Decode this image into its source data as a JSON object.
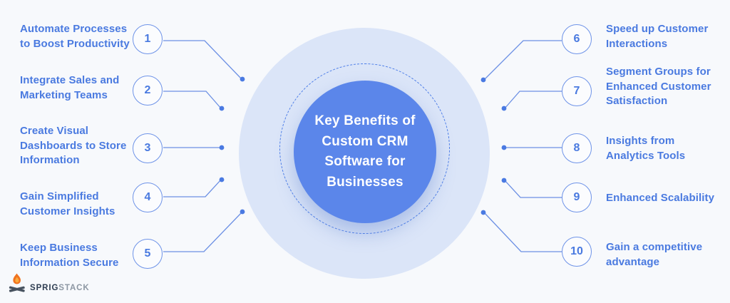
{
  "title": "Key Benefits of\nCustom CRM\nSoftware for\nBusinesses",
  "left_items": [
    {
      "number": "1",
      "label": "Automate Processes\nto Boost Productivity"
    },
    {
      "number": "2",
      "label": "Integrate Sales and\nMarketing Teams"
    },
    {
      "number": "3",
      "label": "Create Visual\nDashboards to Store\nInformation"
    },
    {
      "number": "4",
      "label": "Gain Simplified\nCustomer Insights"
    },
    {
      "number": "5",
      "label": "Keep Business\nInformation Secure"
    }
  ],
  "right_items": [
    {
      "number": "6",
      "label": "Speed up Customer\nInteractions"
    },
    {
      "number": "7",
      "label": "Segment Groups for\nEnhanced Customer\nSatisfaction"
    },
    {
      "number": "8",
      "label": "Insights from\nAnalytics Tools"
    },
    {
      "number": "9",
      "label": "Enhanced Scalability"
    },
    {
      "number": "10",
      "label": "Gain a competitive\nadvantage"
    }
  ],
  "logo": {
    "name": "SprigStack",
    "text_primary": "SPRIG",
    "text_secondary": "STACK"
  },
  "colors": {
    "background": "#F7F9FC",
    "halo_circle": "#DBE5F8",
    "center_circle": "#5B86EA",
    "accent_text_blue": "#4A7AE0",
    "connector_blue": "#6C90E4",
    "dot_blue": "#4A7AE2",
    "title_text": "#FFFFFF",
    "flame_orange": "#F0731F",
    "log_dark": "#47525F"
  }
}
